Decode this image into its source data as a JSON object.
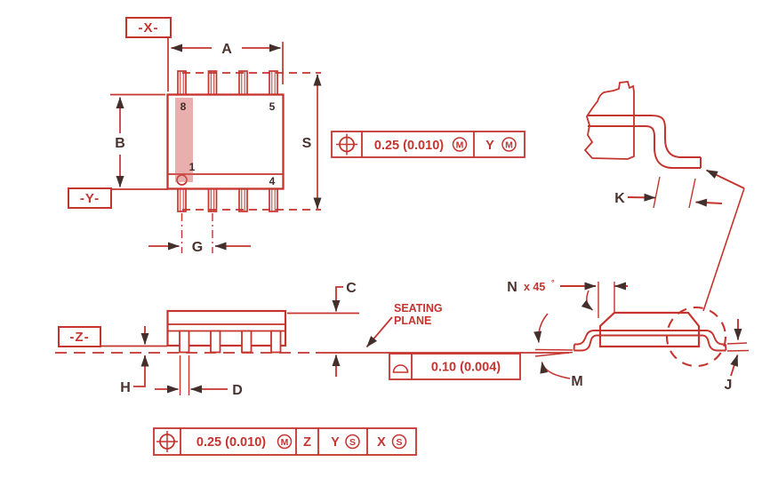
{
  "labels": {
    "datum_x": "-X-",
    "datum_y": "-Y-",
    "datum_z": "-Z-",
    "dim_a": "A",
    "dim_b": "B",
    "dim_s": "S",
    "dim_g": "G",
    "dim_c": "C",
    "dim_h": "H",
    "dim_d": "D",
    "dim_k": "K",
    "dim_m": "M",
    "dim_j": "J",
    "dim_n": "N",
    "chamfer_angle": "x 45",
    "degree_symbol": "°",
    "seating_plane_line1": "SEATING",
    "seating_plane_line2": "PLANE"
  },
  "pins": {
    "pin8": "8",
    "pin5": "5",
    "pin1": "1",
    "pin4": "4"
  },
  "tolerances": {
    "position_top": {
      "value": "0.25 (0.010)",
      "material_modifier": "M",
      "datum": "Y",
      "datum_modifier": "M"
    },
    "position_bottom": {
      "value": "0.25 (0.010)",
      "material_modifier": "M",
      "datum_1": "Z",
      "datum_2": "Y",
      "datum_2_modifier": "S",
      "datum_3": "X",
      "datum_3_modifier": "S"
    },
    "flatness": {
      "value": "0.10 (0.004)"
    }
  },
  "colors": {
    "line_red": "#c5342f",
    "text_dark": "#4a332e",
    "highlight": "#d45f5c"
  }
}
